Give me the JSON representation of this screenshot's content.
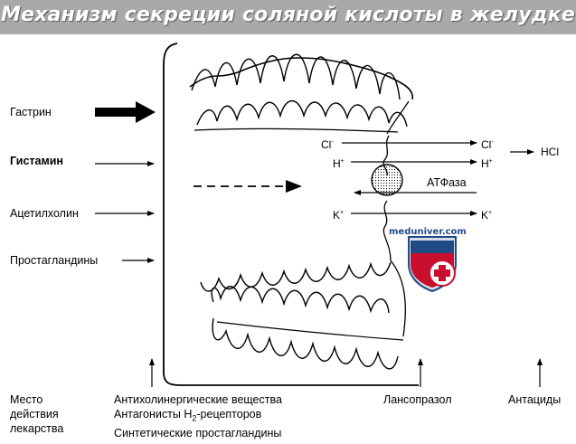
{
  "title": "Механизм секреции соляной кислоты в желудке",
  "stimuli": [
    "Гастрин",
    "Гистамин",
    "Ацетилхолин",
    "Простагландины"
  ],
  "ions": {
    "cl_left": "Cl",
    "cl_right": "Cl",
    "cl_charge": "-",
    "h_left": "H",
    "h_right": "H",
    "h_charge": "+",
    "k_left": "K",
    "k_right": "K",
    "k_charge": "+",
    "hcl": "HCl",
    "pump": "АТФаза"
  },
  "watermark": "meduniver.com",
  "bottom_labels": {
    "site": [
      "Место",
      "действия",
      "лекарства"
    ],
    "drugs_main": [
      "Антихолинергические вещества",
      "Антагонисты H",
      "2",
      "-рецепторов",
      "Синтетические простагландины"
    ],
    "lansoprazole": "Лансопразол",
    "antacids": "Антациды"
  }
}
